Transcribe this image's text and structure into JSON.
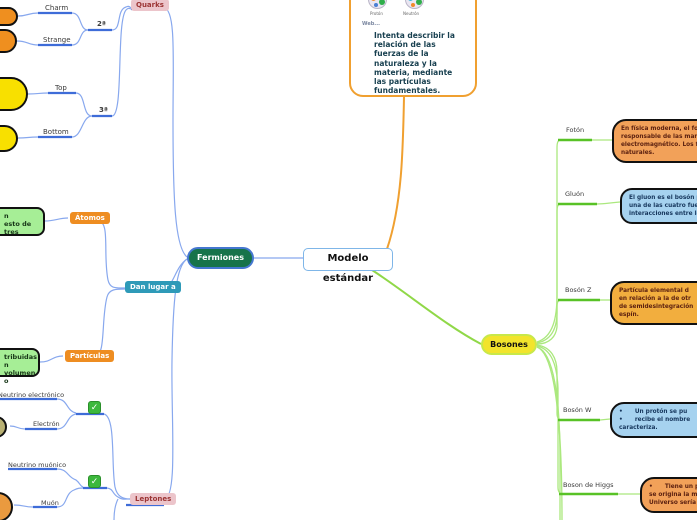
{
  "root": {
    "title": "Modelo estándar"
  },
  "info_card": {
    "proton_caption": "Protón",
    "neutron_caption": "Neutrón",
    "link_label": "Web...",
    "text_lines": [
      "Intenta describir la",
      "relación de las",
      "fuerzas de la",
      "naturaleza y la",
      "materia, mediante",
      "las partículas",
      "fundamentales."
    ]
  },
  "fermiones": {
    "label": "Fermiones",
    "quarks": {
      "badge": "Quarks",
      "gen2_label": "2ª",
      "gen3_label": "3ª",
      "charm": "Charm",
      "strange": "Strange",
      "top": "Top",
      "bottom": "Bottom"
    },
    "composicion": {
      "dan_lugar_badge": "Dan lugar a",
      "atomos_badge": "Átomos",
      "atomos_note_lines": [
        "n",
        "esto de tres"
      ],
      "particulas_badge": "Partículas",
      "particulas_note_lines": [
        "tribuidas",
        "n volumen o"
      ]
    },
    "leptones": {
      "badge": "Leptones",
      "neutrino_electronico": "Neutrino electrónico",
      "electron": "Electrón",
      "neutrino_muonico": "Neutrino muónico",
      "muon": "Muón",
      "check_icon": "✓"
    }
  },
  "bosones": {
    "label": "Bosones",
    "foton": {
      "label": "Fotón",
      "desc": [
        "En física moderna, el fot",
        "responsable de las mani",
        "electromagnético. Los fo",
        "naturales."
      ]
    },
    "gluon": {
      "label": "Gluón",
      "desc": [
        "El gluon es el bosón port",
        "una de las cuatro fuerzas",
        "interacciones entre los qu"
      ]
    },
    "boson_z": {
      "label": "Bosón Z",
      "desc": [
        "Partícula elemental d",
        "en relación a la de otr",
        "de semidesintegración",
        "espín."
      ]
    },
    "boson_w": {
      "label": "Bosón W",
      "desc": [
        "•      Un protón se pu",
        "•      recibe el nombre",
        "caracteriza."
      ]
    },
    "boson_higgs": {
      "label": "Boson de Higgs",
      "desc": [
        "•      Tiene un p",
        "se origina la m",
        "Universo sería"
      ]
    }
  },
  "colors": {
    "fermiones_fill": "#17734a",
    "bosones_fill": "#f2e42c",
    "blue_link": "#3e6cd8",
    "green_link": "#58c226",
    "orange_link": "#f0a030",
    "quark_pill_orange": "#ef8f1f",
    "quark_pill_yellow": "#f8e000"
  }
}
